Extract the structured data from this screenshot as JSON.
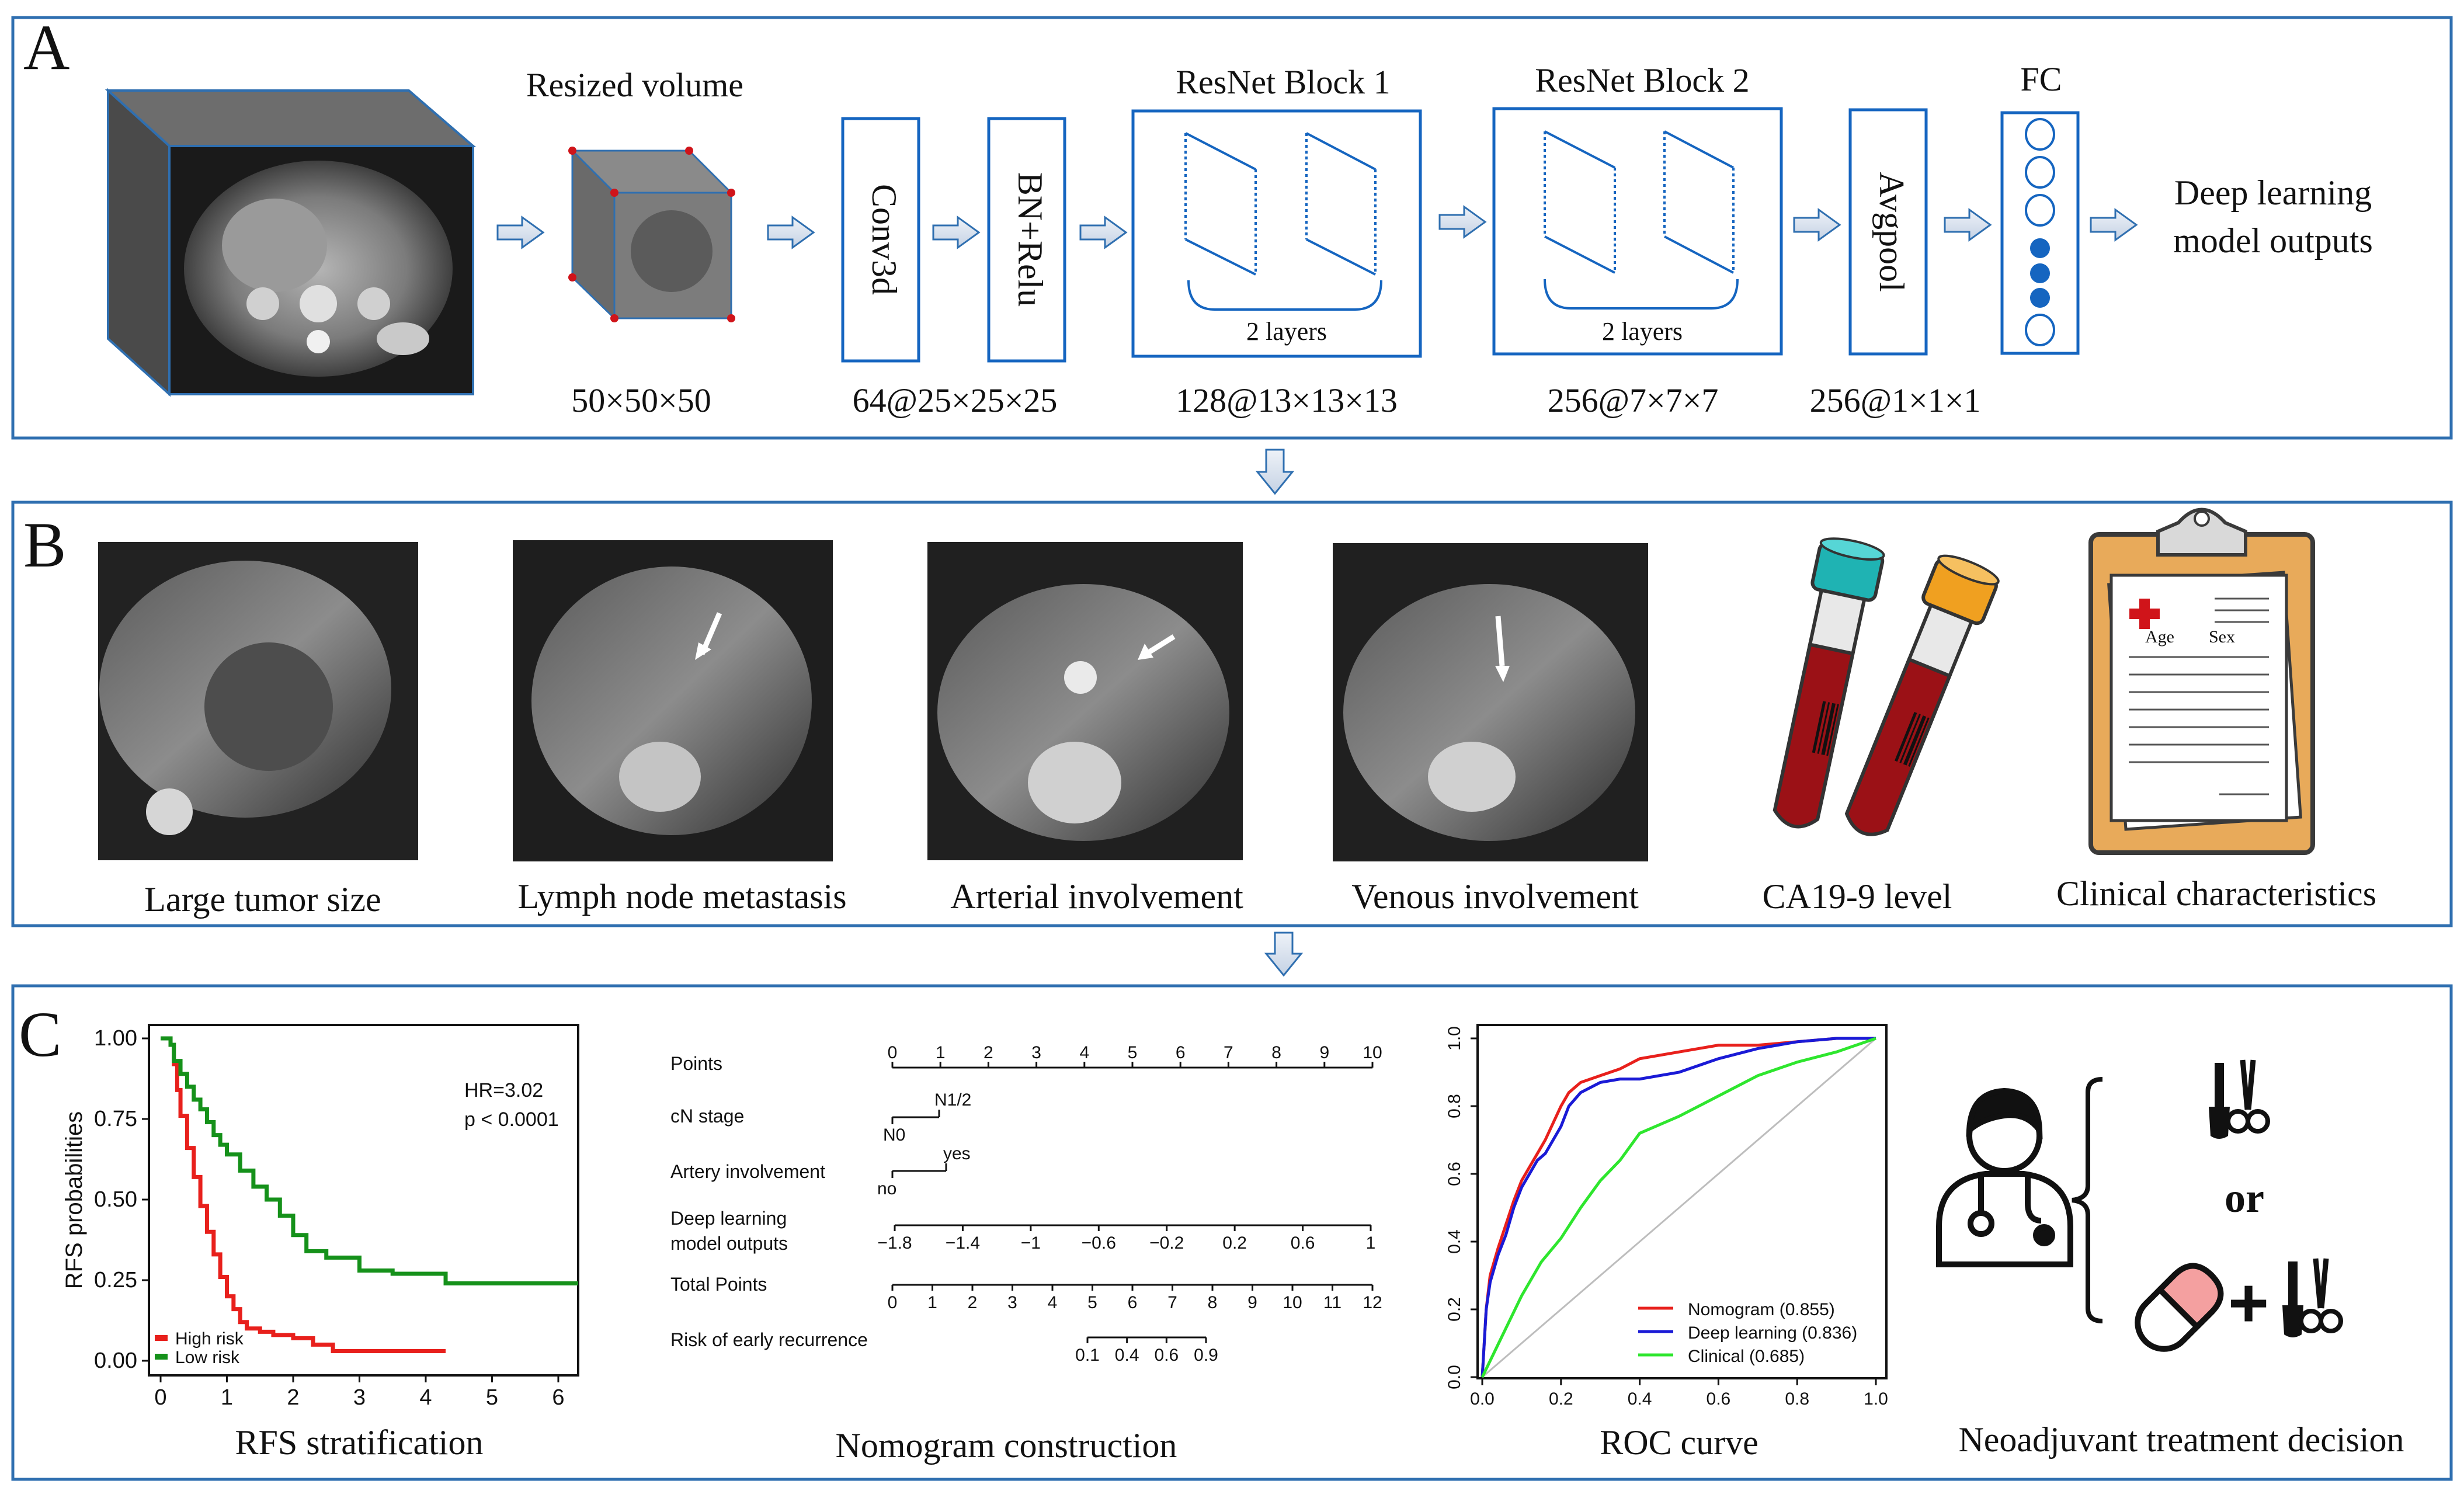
{
  "panel_a": {
    "letter": "A",
    "resized_volume": "Resized volume",
    "conv3d": "Conv3d",
    "bn_relu": "BN+Relu",
    "block1": "ResNet Block 1",
    "block2": "ResNet Block 2",
    "avgpool": "Avgpool",
    "fc": "FC",
    "layers_1": "2 layers",
    "layers_2": "2 layers",
    "output_line1": "Deep learning",
    "output_line2": "model outputs",
    "dims": [
      "50×50×50",
      "64@25×25×25",
      "128@13×13×13",
      "256@7×7×7",
      "256@1×1×1"
    ]
  },
  "panel_b": {
    "letter": "B",
    "captions": [
      "Large tumor size",
      "Lymph node metastasis",
      "Arterial involvement",
      "Venous involvement",
      "CA19-9 level",
      "Clinical characteristics"
    ],
    "clipboard_age": "Age",
    "clipboard_sex": "Sex"
  },
  "panel_c": {
    "letter": "C",
    "km": {
      "ylabel": "RFS probabilities",
      "yticks": [
        "1.00",
        "0.75",
        "0.50",
        "0.25",
        "0.00"
      ],
      "xticks": [
        "0",
        "1",
        "2",
        "3",
        "4",
        "5",
        "6"
      ],
      "hr": "HR=3.02",
      "p": "p < 0.0001",
      "legend_high": "High risk",
      "legend_low": "Low risk",
      "caption": "RFS stratification"
    },
    "nomogram": {
      "rows": [
        "Points",
        "cN stage",
        "Artery involvement",
        "Deep learning",
        "model outputs",
        "Total Points",
        "Risk of early recurrence"
      ],
      "points_ticks": [
        "0",
        "1",
        "2",
        "3",
        "4",
        "5",
        "6",
        "7",
        "8",
        "9",
        "10"
      ],
      "cn_labels": [
        "N1/2",
        "N0"
      ],
      "artery_labels": [
        "yes",
        "no"
      ],
      "dl_ticks": [
        "−1.8",
        "−1.4",
        "−1",
        "−0.6",
        "−0.2",
        "0.2",
        "0.6",
        "1"
      ],
      "total_ticks": [
        "0",
        "1",
        "2",
        "3",
        "4",
        "5",
        "6",
        "7",
        "8",
        "9",
        "10",
        "11",
        "12"
      ],
      "risk_ticks": [
        "0.1",
        "0.4",
        "0.6",
        "0.9"
      ],
      "caption": "Nomogram construction"
    },
    "roc": {
      "yticks": [
        "1.0",
        "0.8",
        "0.6",
        "0.4",
        "0.2",
        "0.0"
      ],
      "xticks": [
        "0.0",
        "0.2",
        "0.4",
        "0.6",
        "0.8",
        "1.0"
      ],
      "legend": [
        "Nomogram (0.855)",
        "Deep learning (0.836)",
        "Clinical (0.685)"
      ],
      "caption": "ROC curve"
    },
    "decision": {
      "or": "or",
      "plus": "+",
      "caption": "Neoadjuvant treatment decision"
    }
  },
  "colors": {
    "frame": "#2f6fb0",
    "box": "#1565c0",
    "high_risk": "#e8201c",
    "low_risk": "#15911a",
    "nomogram": "#e8201c",
    "deep_learning": "#1a1ad6",
    "clinical": "#2ee62e",
    "tube_blood": "#9b1116",
    "tube_cap_teal": "#1fb3b3",
    "tube_cap_orange": "#f0a020",
    "clipboard": "#e8aa5a"
  },
  "chart_data": [
    {
      "type": "line",
      "title": "",
      "xlabel": "",
      "ylabel": "RFS probabilities",
      "xlim": [
        0,
        6.3
      ],
      "ylim": [
        0,
        1
      ],
      "series": [
        {
          "name": "High risk",
          "x": [
            0,
            0.15,
            0.2,
            0.25,
            0.3,
            0.4,
            0.5,
            0.6,
            0.7,
            0.8,
            0.9,
            1.0,
            1.1,
            1.2,
            1.3,
            1.5,
            1.7,
            2.0,
            2.3,
            2.6,
            4.3
          ],
          "y": [
            1.0,
            0.98,
            0.92,
            0.84,
            0.76,
            0.66,
            0.57,
            0.48,
            0.4,
            0.33,
            0.26,
            0.2,
            0.16,
            0.12,
            0.1,
            0.09,
            0.08,
            0.07,
            0.05,
            0.03,
            0.03
          ]
        },
        {
          "name": "Low risk",
          "x": [
            0,
            0.15,
            0.2,
            0.3,
            0.4,
            0.5,
            0.6,
            0.7,
            0.8,
            0.9,
            1.0,
            1.2,
            1.4,
            1.6,
            1.8,
            2.0,
            2.2,
            2.5,
            3.0,
            3.5,
            4.3,
            6.3
          ],
          "y": [
            1.0,
            0.98,
            0.93,
            0.89,
            0.85,
            0.81,
            0.78,
            0.74,
            0.7,
            0.67,
            0.64,
            0.59,
            0.54,
            0.5,
            0.45,
            0.39,
            0.34,
            0.32,
            0.28,
            0.27,
            0.24,
            0.24
          ]
        }
      ]
    },
    {
      "type": "line",
      "title": "",
      "xlabel": "",
      "ylabel": "",
      "xlim": [
        0,
        1
      ],
      "ylim": [
        0,
        1
      ],
      "series": [
        {
          "name": "Nomogram (0.855)",
          "x": [
            0,
            0.01,
            0.02,
            0.04,
            0.06,
            0.08,
            0.1,
            0.12,
            0.14,
            0.16,
            0.18,
            0.2,
            0.22,
            0.25,
            0.3,
            0.35,
            0.4,
            0.5,
            0.6,
            0.7,
            0.8,
            0.9,
            1.0
          ],
          "y": [
            0,
            0.2,
            0.3,
            0.38,
            0.45,
            0.52,
            0.58,
            0.62,
            0.66,
            0.7,
            0.75,
            0.8,
            0.84,
            0.87,
            0.89,
            0.91,
            0.94,
            0.96,
            0.98,
            0.98,
            0.99,
            1.0,
            1.0
          ]
        },
        {
          "name": "Deep learning (0.836)",
          "x": [
            0,
            0.01,
            0.02,
            0.04,
            0.06,
            0.08,
            0.1,
            0.12,
            0.14,
            0.16,
            0.18,
            0.2,
            0.22,
            0.25,
            0.3,
            0.35,
            0.4,
            0.5,
            0.6,
            0.7,
            0.8,
            0.9,
            1.0
          ],
          "y": [
            0,
            0.2,
            0.28,
            0.36,
            0.42,
            0.5,
            0.56,
            0.6,
            0.64,
            0.66,
            0.7,
            0.74,
            0.8,
            0.84,
            0.87,
            0.88,
            0.88,
            0.9,
            0.94,
            0.97,
            0.99,
            1.0,
            1.0
          ]
        },
        {
          "name": "Clinical (0.685)",
          "x": [
            0,
            0.05,
            0.1,
            0.15,
            0.2,
            0.25,
            0.3,
            0.35,
            0.4,
            0.5,
            0.6,
            0.7,
            0.8,
            0.9,
            1.0
          ],
          "y": [
            0,
            0.12,
            0.24,
            0.34,
            0.41,
            0.5,
            0.58,
            0.64,
            0.72,
            0.77,
            0.83,
            0.89,
            0.93,
            0.96,
            1.0
          ]
        }
      ]
    }
  ]
}
